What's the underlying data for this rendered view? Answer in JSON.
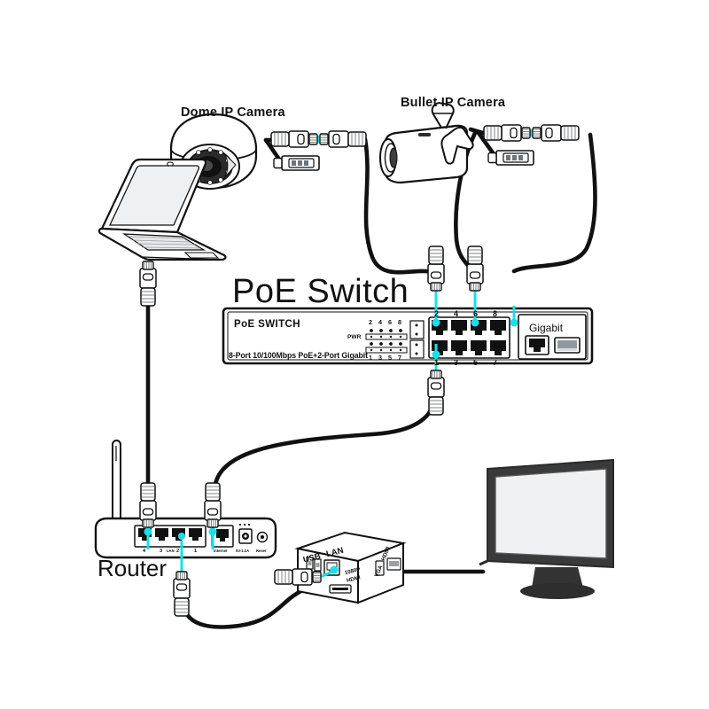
{
  "diagram": {
    "title": "PoE Switch",
    "background_color": "#ffffff",
    "line_color": "#111111",
    "accent_color": "#19e0e8",
    "device_fill": "#ffffff",
    "monitor_bezel_color": "#3a3a3a"
  },
  "labels": {
    "dome_camera": "Dome IP Camera",
    "bullet_camera": "Bullet IP Camera",
    "router": "Router",
    "poe_switch_title": "PoE Switch"
  },
  "switch": {
    "brand": "PoE SWITCH",
    "spec": "8-Port 10/100Mbps PoE+2-Port Gigabit",
    "pwr_label": "PWR",
    "led_top": [
      "2",
      "4",
      "6",
      "8"
    ],
    "led_bottom": [
      "1",
      "3",
      "5",
      "7"
    ],
    "port_numbers_top": [
      "2",
      "4",
      "6",
      "8"
    ],
    "port_numbers_bottom": [
      "1",
      "3",
      "5",
      "7"
    ],
    "uplink_label": "Gigabit",
    "connected_ports": [
      "2",
      "6",
      "8",
      "1"
    ]
  },
  "router": {
    "lan_label": "LAN",
    "lan_ports": [
      "4",
      "3",
      "2",
      "1"
    ],
    "wan_label": "Internet",
    "power_label": "5V-1.2A",
    "reset_label": "Reset",
    "connected_ports": [
      "4",
      "1",
      "2"
    ]
  },
  "nvr": {
    "usb_label": "USB",
    "lan_label": "LAN",
    "video_label_top": "1080P",
    "video_label_bottom": "HDMI",
    "side_label_vga": "VGA",
    "side_label_hdmi": "HDMI"
  },
  "devices": {
    "laptop": "laptop",
    "monitor": "monitor",
    "dome_camera": "dome-ip-camera",
    "bullet_camera": "bullet-ip-camera"
  }
}
